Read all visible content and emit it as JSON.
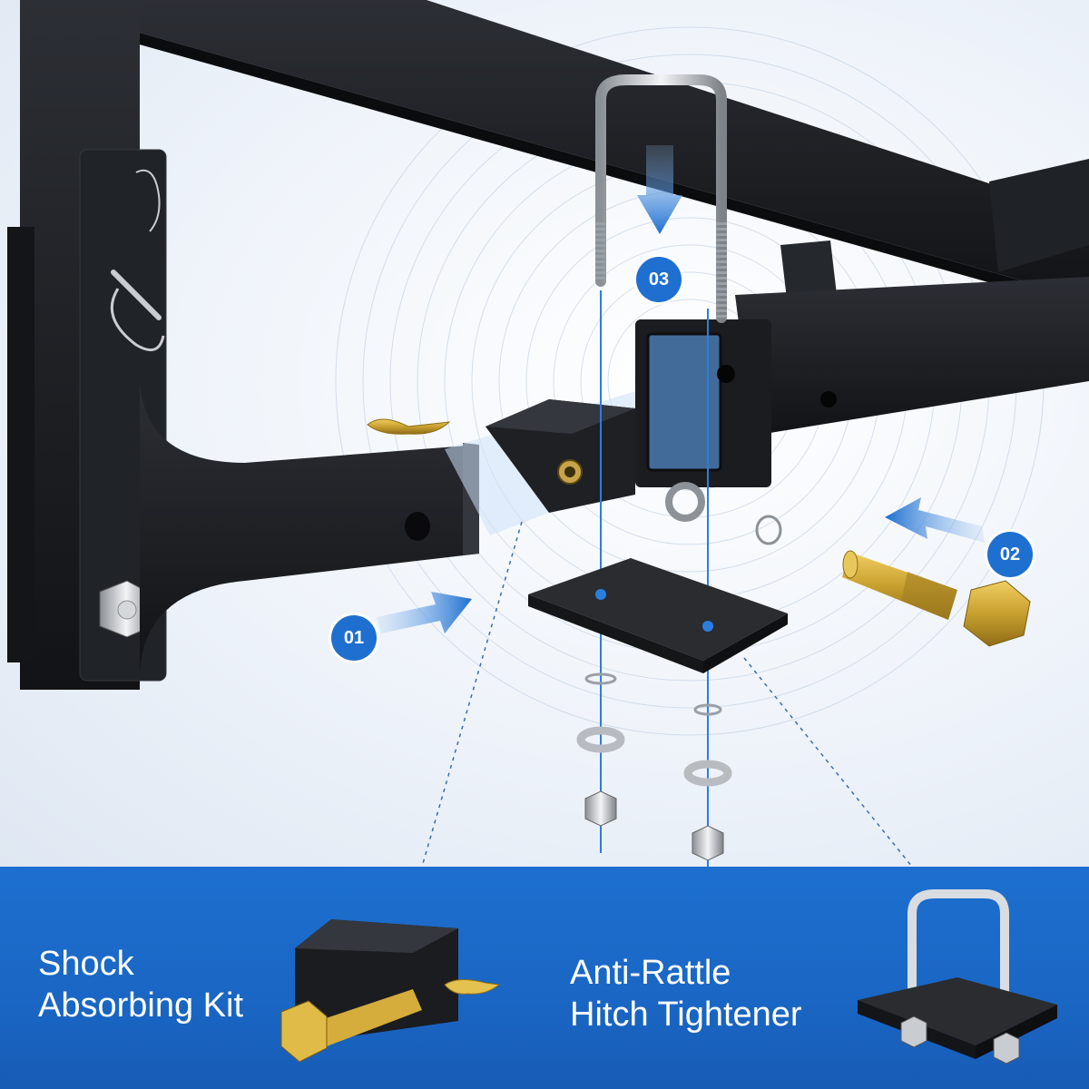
{
  "colors": {
    "accent": "#1e6fd0",
    "banner": "#1a66c4",
    "steel": "#1b1d21",
    "brass": "#c8a02f"
  },
  "steps": [
    {
      "number": "01",
      "icon": "arrow-right-icon"
    },
    {
      "number": "02",
      "icon": "arrow-left-icon"
    },
    {
      "number": "03",
      "icon": "arrow-down-icon"
    }
  ],
  "banner": {
    "left_caption": {
      "line1": "Shock",
      "line2": "Absorbing Kit"
    },
    "right_caption": {
      "line1": "Anti-Rattle",
      "line2": "Hitch Tightener"
    }
  }
}
